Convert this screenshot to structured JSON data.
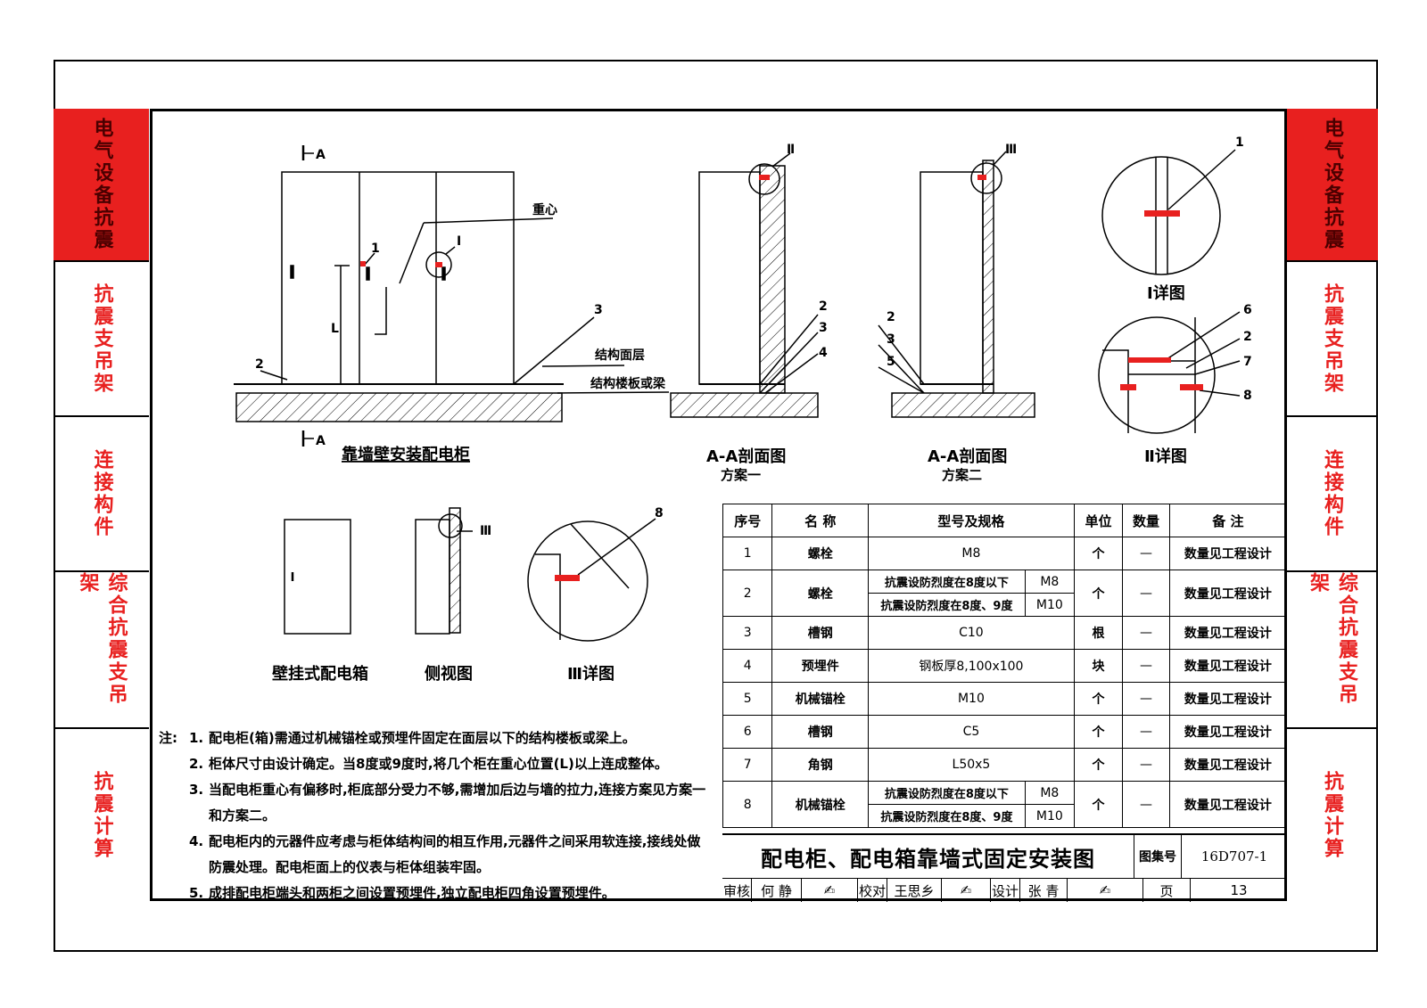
{
  "sidebar_tabs": [
    "电气设备抗震",
    "抗震支吊架",
    "连接构件",
    "综合抗震支吊架",
    "抗震计算"
  ],
  "labels": {
    "section_a": "A",
    "gravity": "重心",
    "detail_i": "I",
    "detail_ii": "Ⅱ",
    "detail_iii": "Ⅲ",
    "height_l": "L",
    "surface": "结构面层",
    "slab": "结构楼板或梁",
    "n1": "1",
    "n2": "2",
    "n3": "3",
    "n4": "4",
    "n5": "5",
    "n6": "6",
    "n7": "7",
    "n8": "8"
  },
  "captions": {
    "cabinet": "靠墙壁安装配电柜",
    "aa1": "A-A剖面图",
    "aa1_sub": "方案一",
    "aa2": "A-A剖面图",
    "aa2_sub": "方案二",
    "detail1": "I详图",
    "detail2": "Ⅱ详图",
    "wallbox": "壁挂式配电箱",
    "side": "侧视图",
    "detail3": "Ⅲ详图"
  },
  "notes": {
    "label": "注:",
    "items": [
      {
        "n": "1.",
        "t": "配电柜(箱)需通过机械锚栓或预埋件固定在面层以下的结构楼板或梁上。"
      },
      {
        "n": "2.",
        "t": "柜体尺寸由设计确定。当8度或9度时,将几个柜在重心位置(L)以上连成整体。"
      },
      {
        "n": "3.",
        "t": "当配电柜重心有偏移时,柜底部分受力不够,需增加后边与墙的拉力,连接方案见方案一和方案二。"
      },
      {
        "n": "4.",
        "t": "配电柜内的元器件应考虑与柜体结构间的相互作用,元器件之间采用软连接,接线处做防震处理。配电柜面上的仪表与柜体组装牢固。"
      },
      {
        "n": "5.",
        "t": "成排配电柜端头和两柜之间设置预埋件,独立配电柜四角设置预埋件。"
      }
    ]
  },
  "table": {
    "headers": [
      "序号",
      "名 称",
      "型号及规格",
      "单位",
      "数量",
      "备 注"
    ],
    "rows": [
      {
        "no": "1",
        "name": "螺栓",
        "spec": "M8",
        "unit": "个",
        "qty": "—",
        "note": "数量见工程设计"
      },
      {
        "no": "2",
        "name": "螺栓",
        "sub": [
          {
            "c": "抗震设防烈度在8度以下",
            "m": "M8"
          },
          {
            "c": "抗震设防烈度在8度、9度",
            "m": "M10"
          }
        ],
        "unit": "个",
        "qty": "—",
        "note": "数量见工程设计"
      },
      {
        "no": "3",
        "name": "槽钢",
        "spec": "C10",
        "unit": "根",
        "qty": "—",
        "note": "数量见工程设计"
      },
      {
        "no": "4",
        "name": "预埋件",
        "spec": "钢板厚8,100x100",
        "unit": "块",
        "qty": "—",
        "note": "数量见工程设计"
      },
      {
        "no": "5",
        "name": "机械锚栓",
        "spec": "M10",
        "unit": "个",
        "qty": "—",
        "note": "数量见工程设计"
      },
      {
        "no": "6",
        "name": "槽钢",
        "spec": "C5",
        "unit": "个",
        "qty": "—",
        "note": "数量见工程设计"
      },
      {
        "no": "7",
        "name": "角钢",
        "spec": "L50x5",
        "unit": "个",
        "qty": "—",
        "note": "数量见工程设计"
      },
      {
        "no": "8",
        "name": "机械锚栓",
        "sub": [
          {
            "c": "抗震设防烈度在8度以下",
            "m": "M8"
          },
          {
            "c": "抗震设防烈度在8度、9度",
            "m": "M10"
          }
        ],
        "unit": "个",
        "qty": "—",
        "note": "数量见工程设计"
      }
    ]
  },
  "title_block": {
    "title": "配电柜、配电箱靠墙式固定安装图",
    "atlas_label": "图集号",
    "atlas_no": "16D707-1",
    "review_label": "审核",
    "reviewer": "何 静",
    "check_label": "校对",
    "checker": "王思乡",
    "design_label": "设计",
    "designer": "张 青",
    "page_label": "页",
    "page": "13"
  },
  "colors": {
    "accent": "#e8201f",
    "anchor": "#e8201f"
  }
}
